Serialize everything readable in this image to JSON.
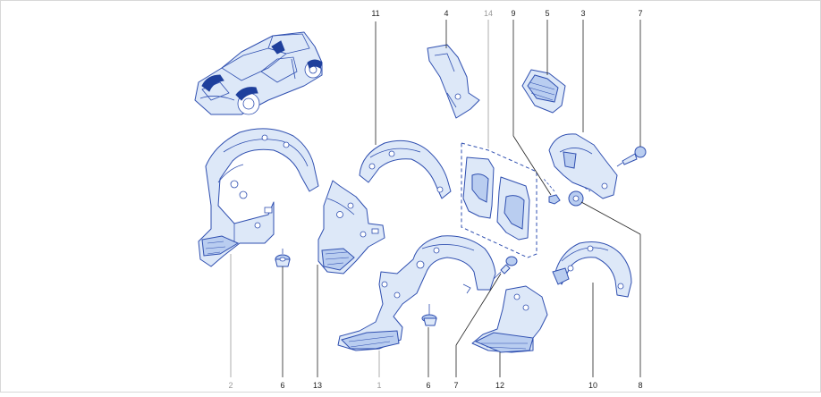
{
  "diagram": {
    "type": "exploded-parts-view",
    "line_color": "#2f4fb0",
    "fill_color": "#dde8f8",
    "highlight_color": "#1e3f9c",
    "callout_color": "#222222",
    "inactive_callout_color": "#9a9a9a",
    "callouts": {
      "c11": "11",
      "c4": "4",
      "c14": "14",
      "c9": "9",
      "c5": "5",
      "c3": "3",
      "c7top": "7",
      "c2": "2",
      "c6left": "6",
      "c13": "13",
      "c1": "1",
      "c6mid": "6",
      "c7bottom": "7",
      "c12": "12",
      "c10": "10",
      "c8": "8"
    }
  }
}
